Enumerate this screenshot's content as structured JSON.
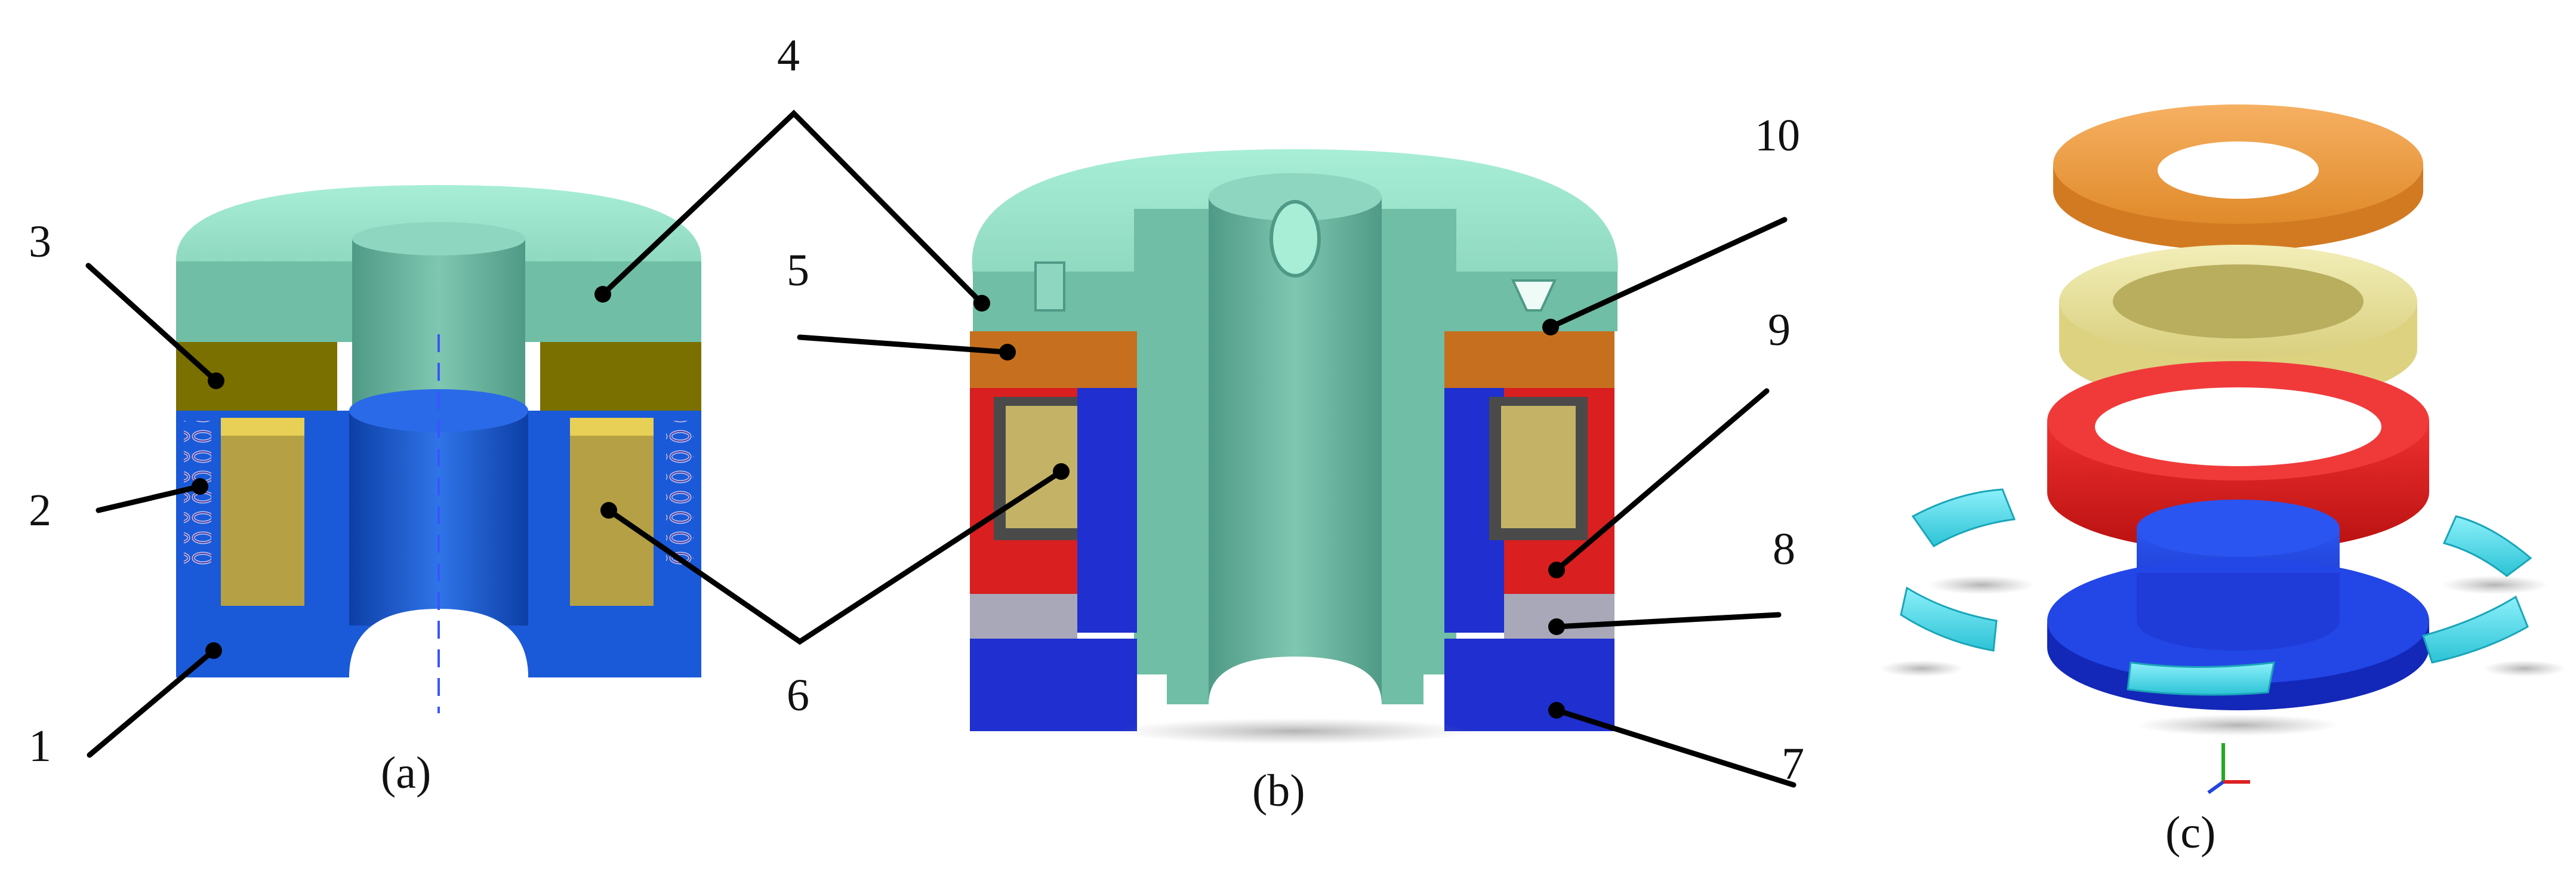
{
  "callouts": [
    "1",
    "2",
    "3",
    "4",
    "5",
    "6",
    "7",
    "8",
    "9",
    "10"
  ],
  "captions": {
    "a": "(a)",
    "b": "(b)",
    "c": "(c)"
  },
  "colors": {
    "top_plate": "#6fbea5",
    "top_plate_light": "#a8eed6",
    "magnet_ring": "#7a7000",
    "base": "#1a5ad8",
    "coil": "#b5a045",
    "copper": "#c6701f",
    "red_ring": "#d91f1f",
    "grey_ring": "#a8a8b8",
    "dark_blue": "#1f2fd0",
    "orange_disk": "#f4a444",
    "yellow_ring": "#eee7a0",
    "cyan_pad": "#4fd8e8"
  }
}
